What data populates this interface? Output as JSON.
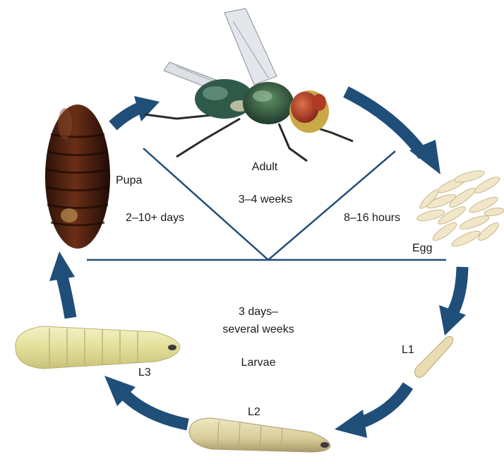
{
  "stages": {
    "adult": {
      "name": "Adult",
      "duration": "3–4 weeks"
    },
    "egg": {
      "name": "Egg",
      "duration": "8–16 hours"
    },
    "pupa": {
      "name": "Pupa",
      "duration": "2–10+ days"
    },
    "larvae": {
      "name": "Larvae",
      "duration_line1": "3 days–",
      "duration_line2": "several weeks"
    }
  },
  "larval_instars": {
    "l1": "L1",
    "l2": "L2",
    "l3": "L3"
  },
  "colors": {
    "arrow": "#1f4e79",
    "divider": "#1f4e79"
  },
  "icons": [
    "fly-icon",
    "egg-cluster-icon",
    "pupa-icon",
    "larva-icon",
    "cycle-arrow-icon"
  ]
}
